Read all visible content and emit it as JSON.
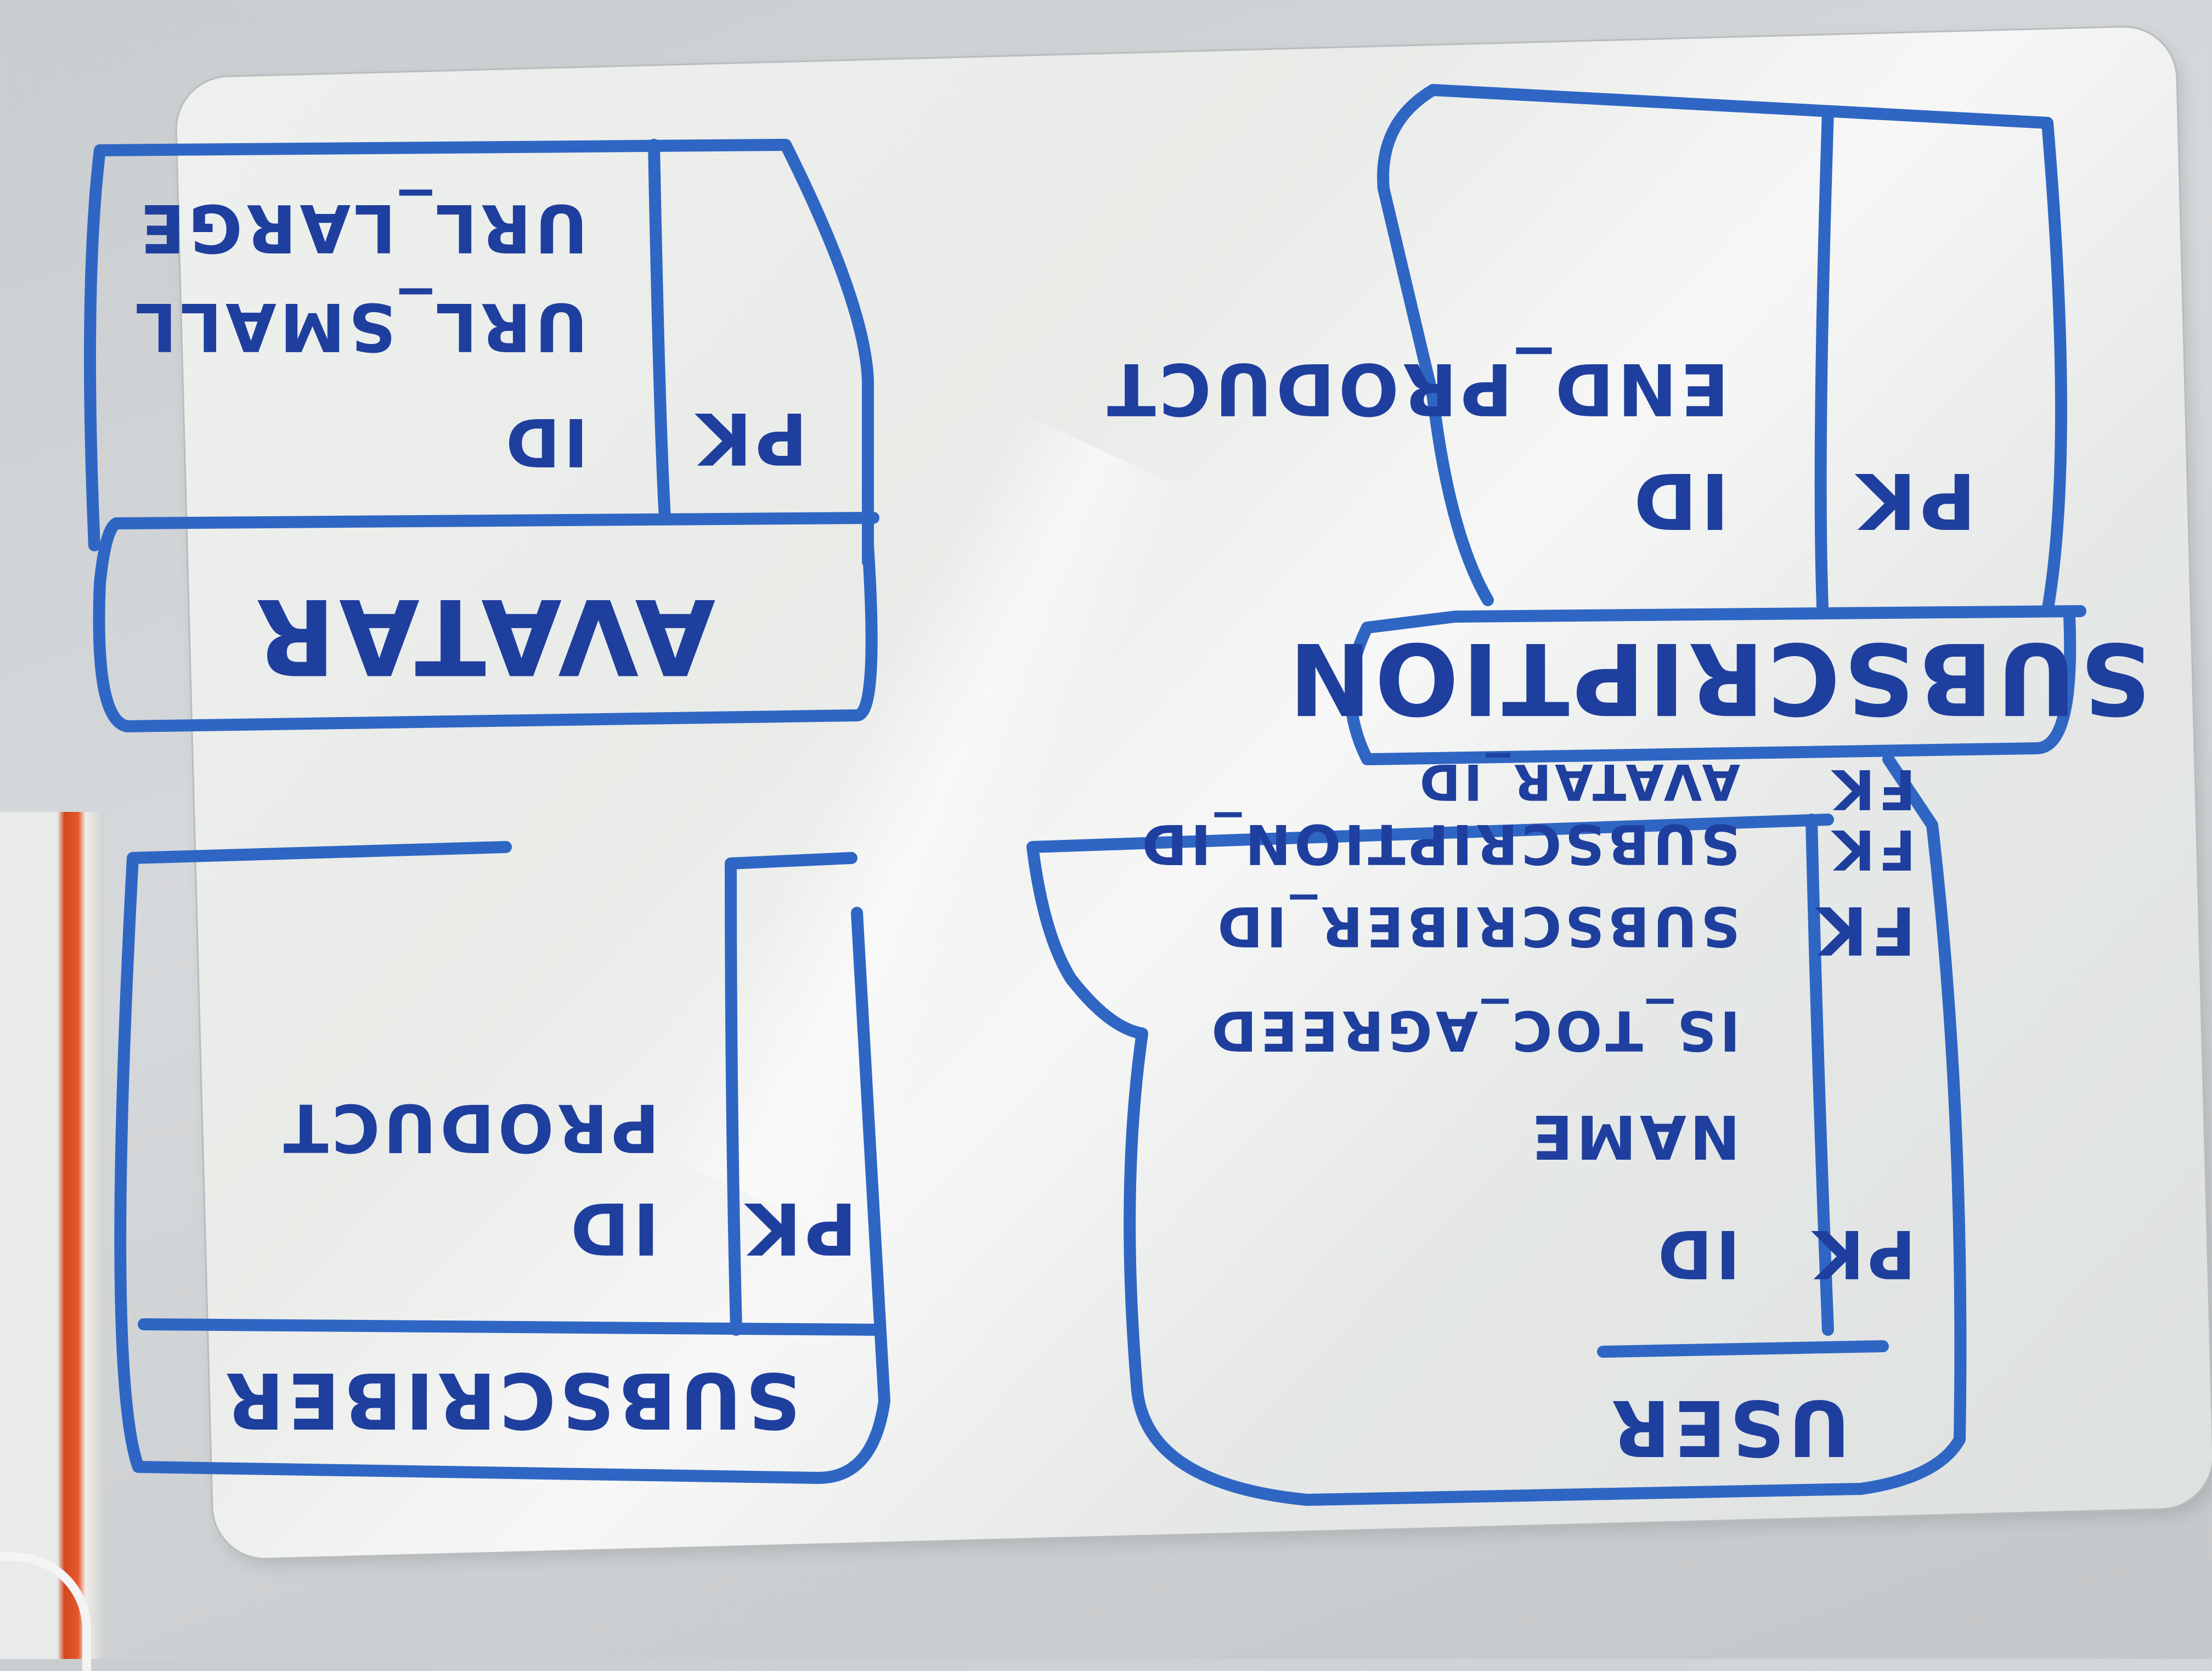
{
  "tables": {
    "avatar": {
      "name": "AVATAR",
      "key": "PK",
      "fields": [
        "ID",
        "URL_SMALL",
        "URL_LARGE"
      ]
    },
    "subscription": {
      "name": "SUBSCRIPTION",
      "key": "PK",
      "fields": [
        "ID",
        "END_PRODUCT"
      ]
    },
    "subscriber": {
      "name": "SUBSCRIBER",
      "key": "PK",
      "fields": [
        "ID",
        "PRODUCT"
      ]
    },
    "user": {
      "name": "USER",
      "keys": [
        "PK",
        "FK",
        "FK",
        "FK"
      ],
      "fields": [
        "ID",
        "NAME",
        "IS_TOC_AGREED",
        "SUBSCRIBER_ID",
        "SUBSCRIPTION_ID",
        "AVATAR_ID"
      ]
    }
  },
  "colors": {
    "marker": "#2f66c4",
    "ink": "#1f3f9e",
    "board": "#eceeec"
  }
}
